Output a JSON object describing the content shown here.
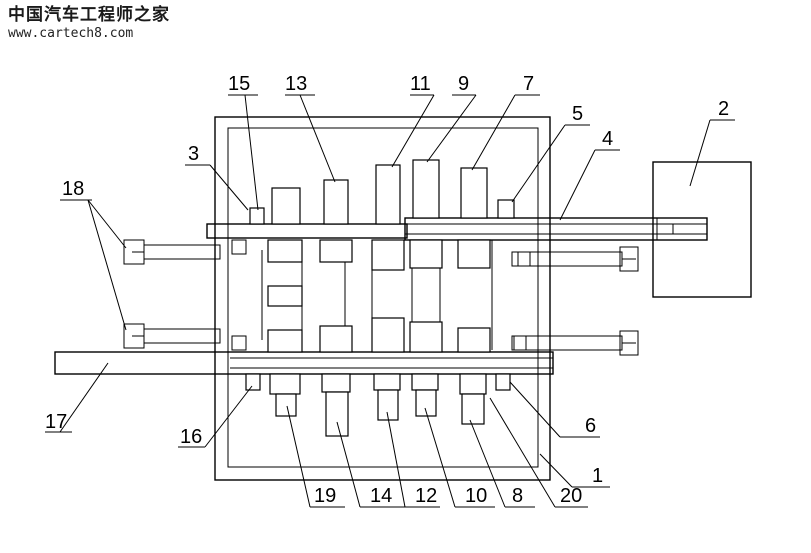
{
  "watermark": {
    "title": "中国汽车工程师之家",
    "url": "www.cartech8.com"
  },
  "diagram": {
    "labels": {
      "l1": "1",
      "l2": "2",
      "l3": "3",
      "l4": "4",
      "l5": "5",
      "l6": "6",
      "l7": "7",
      "l8": "8",
      "l9": "9",
      "l10": "10",
      "l11": "11",
      "l12": "12",
      "l13": "13",
      "l14": "14",
      "l15": "15",
      "l16": "16",
      "l17": "17",
      "l18": "18",
      "l19": "19",
      "l20": "20"
    }
  }
}
